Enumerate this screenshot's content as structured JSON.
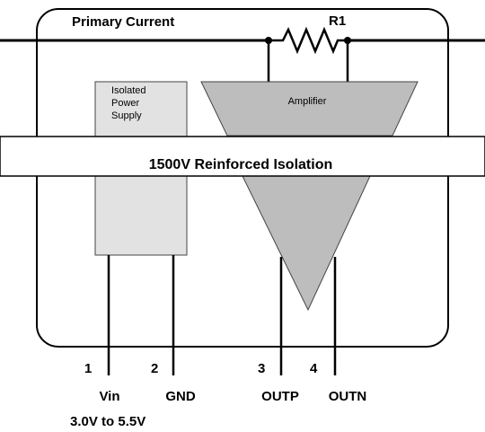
{
  "diagram": {
    "primary_current": "Primary Current",
    "resistor": "R1",
    "isolation": "1500V Reinforced Isolation",
    "power_supply": [
      "Isolated",
      "Power",
      "Supply"
    ],
    "amplifier": "Amplifier",
    "pins": [
      {
        "number": "1",
        "name": "Vin"
      },
      {
        "number": "2",
        "name": "GND"
      },
      {
        "number": "3",
        "name": "OUTP"
      },
      {
        "number": "4",
        "name": "OUTN"
      }
    ],
    "supply_range": "3.0V to 5.5V"
  }
}
